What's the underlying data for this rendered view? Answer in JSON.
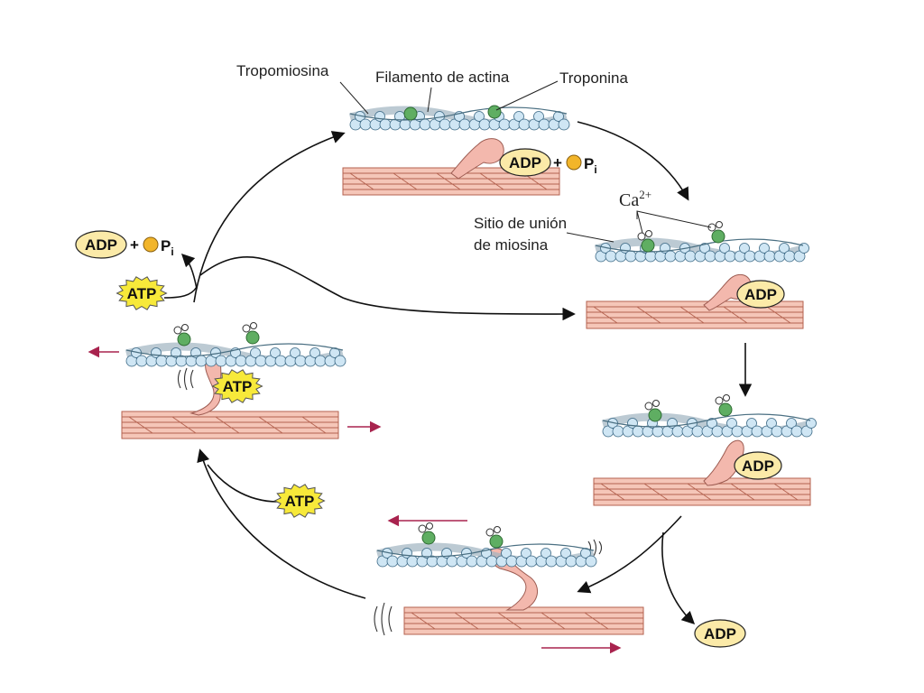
{
  "labels": {
    "tropomyosin": "Tropomiosina",
    "actin": "Filamento de actina",
    "troponin": "Troponina",
    "calcium": "Ca",
    "calcium_sup": "2+",
    "binding_site_line1": "Sitio de unión",
    "binding_site_line2": "de miosina"
  },
  "molecules": {
    "adp": "ADP",
    "atp": "ATP",
    "plus": "+",
    "p": "P",
    "p_sub": "i"
  },
  "colors": {
    "actin_bead": "#cfe6f4",
    "actin_bead_stroke": "#3d6a86",
    "tropomyosin": "#9fb4c0",
    "troponin": "#5fae62",
    "myosin_head": "#f3b8ad",
    "thick_filament": "#f5c6b8",
    "thick_filament_line": "#b4624f",
    "adp_pill": "#fbeaa8",
    "atp_star": "#f7e93a",
    "phosphate": "#f2b52a",
    "motion_arrow": "#a8234e",
    "cycle_arrow": "#111111"
  }
}
